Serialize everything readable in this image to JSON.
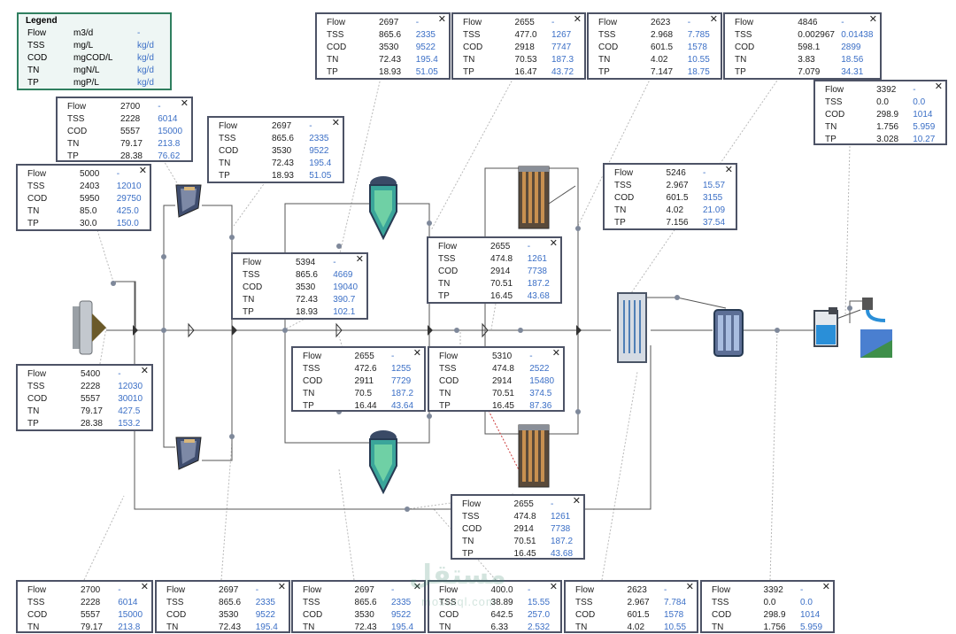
{
  "legend": {
    "title": "Legend",
    "rows": [
      {
        "name": "Flow",
        "unit": "m3/d",
        "unit2": "-"
      },
      {
        "name": "TSS",
        "unit": "mg/L",
        "unit2": "kg/d"
      },
      {
        "name": "COD",
        "unit": "mgCOD/L",
        "unit2": "kg/d"
      },
      {
        "name": "TN",
        "unit": "mgN/L",
        "unit2": "kg/d"
      },
      {
        "name": "TP",
        "unit": "mgP/L",
        "unit2": "kg/d"
      }
    ]
  },
  "close_glyph": "✕",
  "boxes": {
    "top_1": [
      [
        "Flow",
        "2697",
        "-"
      ],
      [
        "TSS",
        "865.6",
        "2335"
      ],
      [
        "COD",
        "3530",
        "9522"
      ],
      [
        "TN",
        "72.43",
        "195.4"
      ],
      [
        "TP",
        "18.93",
        "51.05"
      ]
    ],
    "top_2": [
      [
        "Flow",
        "2655",
        "-"
      ],
      [
        "TSS",
        "477.0",
        "1267"
      ],
      [
        "COD",
        "2918",
        "7747"
      ],
      [
        "TN",
        "70.53",
        "187.3"
      ],
      [
        "TP",
        "16.47",
        "43.72"
      ]
    ],
    "top_3": [
      [
        "Flow",
        "2623",
        "-"
      ],
      [
        "TSS",
        "2.968",
        "7.785"
      ],
      [
        "COD",
        "601.5",
        "1578"
      ],
      [
        "TN",
        "4.02",
        "10.55"
      ],
      [
        "TP",
        "7.147",
        "18.75"
      ]
    ],
    "top_4": [
      [
        "Flow",
        "4846",
        "-"
      ],
      [
        "TSS",
        "0.002967",
        "0.01438"
      ],
      [
        "COD",
        "598.1",
        "2899"
      ],
      [
        "TN",
        "3.83",
        "18.56"
      ],
      [
        "TP",
        "7.079",
        "34.31"
      ]
    ],
    "effluent": [
      [
        "Flow",
        "3392",
        "-"
      ],
      [
        "TSS",
        "0.0",
        "0.0"
      ],
      [
        "COD",
        "298.9",
        "1014"
      ],
      [
        "TN",
        "1.756",
        "5.959"
      ],
      [
        "TP",
        "3.028",
        "10.27"
      ]
    ],
    "raw_a": [
      [
        "Flow",
        "2700",
        "-"
      ],
      [
        "TSS",
        "2228",
        "6014"
      ],
      [
        "COD",
        "5557",
        "15000"
      ],
      [
        "TN",
        "79.17",
        "213.8"
      ],
      [
        "TP",
        "28.38",
        "76.62"
      ]
    ],
    "clar_in_top": [
      [
        "Flow",
        "2697",
        "-"
      ],
      [
        "TSS",
        "865.6",
        "2335"
      ],
      [
        "COD",
        "3530",
        "9522"
      ],
      [
        "TN",
        "72.43",
        "195.4"
      ],
      [
        "TP",
        "18.93",
        "51.05"
      ]
    ],
    "influent": [
      [
        "Flow",
        "5000",
        "-"
      ],
      [
        "TSS",
        "2403",
        "12010"
      ],
      [
        "COD",
        "5950",
        "29750"
      ],
      [
        "TN",
        "85.0",
        "425.0"
      ],
      [
        "TP",
        "30.0",
        "150.0"
      ]
    ],
    "mbr_out": [
      [
        "Flow",
        "5246",
        "-"
      ],
      [
        "TSS",
        "2.967",
        "15.57"
      ],
      [
        "COD",
        "601.5",
        "3155"
      ],
      [
        "TN",
        "4.02",
        "21.09"
      ],
      [
        "TP",
        "7.156",
        "37.54"
      ]
    ],
    "bio_in_top": [
      [
        "Flow",
        "2655",
        "-"
      ],
      [
        "TSS",
        "474.8",
        "1261"
      ],
      [
        "COD",
        "2914",
        "7738"
      ],
      [
        "TN",
        "70.51",
        "187.2"
      ],
      [
        "TP",
        "16.45",
        "43.68"
      ]
    ],
    "clar_combined": [
      [
        "Flow",
        "5394",
        "-"
      ],
      [
        "TSS",
        "865.6",
        "4669"
      ],
      [
        "COD",
        "3530",
        "19040"
      ],
      [
        "TN",
        "72.43",
        "390.7"
      ],
      [
        "TP",
        "18.93",
        "102.1"
      ]
    ],
    "raw_combined": [
      [
        "Flow",
        "5400",
        "-"
      ],
      [
        "TSS",
        "2228",
        "12030"
      ],
      [
        "COD",
        "5557",
        "30010"
      ],
      [
        "TN",
        "79.17",
        "427.5"
      ],
      [
        "TP",
        "28.38",
        "153.2"
      ]
    ],
    "clar_out": [
      [
        "Flow",
        "2655",
        "-"
      ],
      [
        "TSS",
        "472.6",
        "1255"
      ],
      [
        "COD",
        "2911",
        "7729"
      ],
      [
        "TN",
        "70.5",
        "187.2"
      ],
      [
        "TP",
        "16.44",
        "43.64"
      ]
    ],
    "bio_combined": [
      [
        "Flow",
        "5310",
        "-"
      ],
      [
        "TSS",
        "474.8",
        "2522"
      ],
      [
        "COD",
        "2914",
        "15480"
      ],
      [
        "TN",
        "70.51",
        "374.5"
      ],
      [
        "TP",
        "16.45",
        "87.36"
      ]
    ],
    "bio_in_bottom": [
      [
        "Flow",
        "2655",
        "-"
      ],
      [
        "TSS",
        "474.8",
        "1261"
      ],
      [
        "COD",
        "2914",
        "7738"
      ],
      [
        "TN",
        "70.51",
        "187.2"
      ],
      [
        "TP",
        "16.45",
        "43.68"
      ]
    ],
    "bottom_1": [
      [
        "Flow",
        "2700",
        "-"
      ],
      [
        "TSS",
        "2228",
        "6014"
      ],
      [
        "COD",
        "5557",
        "15000"
      ],
      [
        "TN",
        "79.17",
        "213.8"
      ]
    ],
    "bottom_2": [
      [
        "Flow",
        "2697",
        "-"
      ],
      [
        "TSS",
        "865.6",
        "2335"
      ],
      [
        "COD",
        "3530",
        "9522"
      ],
      [
        "TN",
        "72.43",
        "195.4"
      ]
    ],
    "bottom_3": [
      [
        "Flow",
        "2697",
        "-"
      ],
      [
        "TSS",
        "865.6",
        "2335"
      ],
      [
        "COD",
        "3530",
        "9522"
      ],
      [
        "TN",
        "72.43",
        "195.4"
      ]
    ],
    "bottom_4": [
      [
        "Flow",
        "400.0",
        "-"
      ],
      [
        "TSS",
        "38.89",
        "15.55"
      ],
      [
        "COD",
        "642.5",
        "257.0"
      ],
      [
        "TN",
        "6.33",
        "2.532"
      ]
    ],
    "bottom_5": [
      [
        "Flow",
        "2623",
        "-"
      ],
      [
        "TSS",
        "2.967",
        "7.784"
      ],
      [
        "COD",
        "601.5",
        "1578"
      ],
      [
        "TN",
        "4.02",
        "10.55"
      ]
    ],
    "bottom_6": [
      [
        "Flow",
        "3392",
        "-"
      ],
      [
        "TSS",
        "0.0",
        "0.0"
      ],
      [
        "COD",
        "298.9",
        "1014"
      ],
      [
        "TN",
        "1.756",
        "5.959"
      ]
    ]
  },
  "watermark": {
    "main": "مستقل",
    "sub": "mostaql.com"
  }
}
